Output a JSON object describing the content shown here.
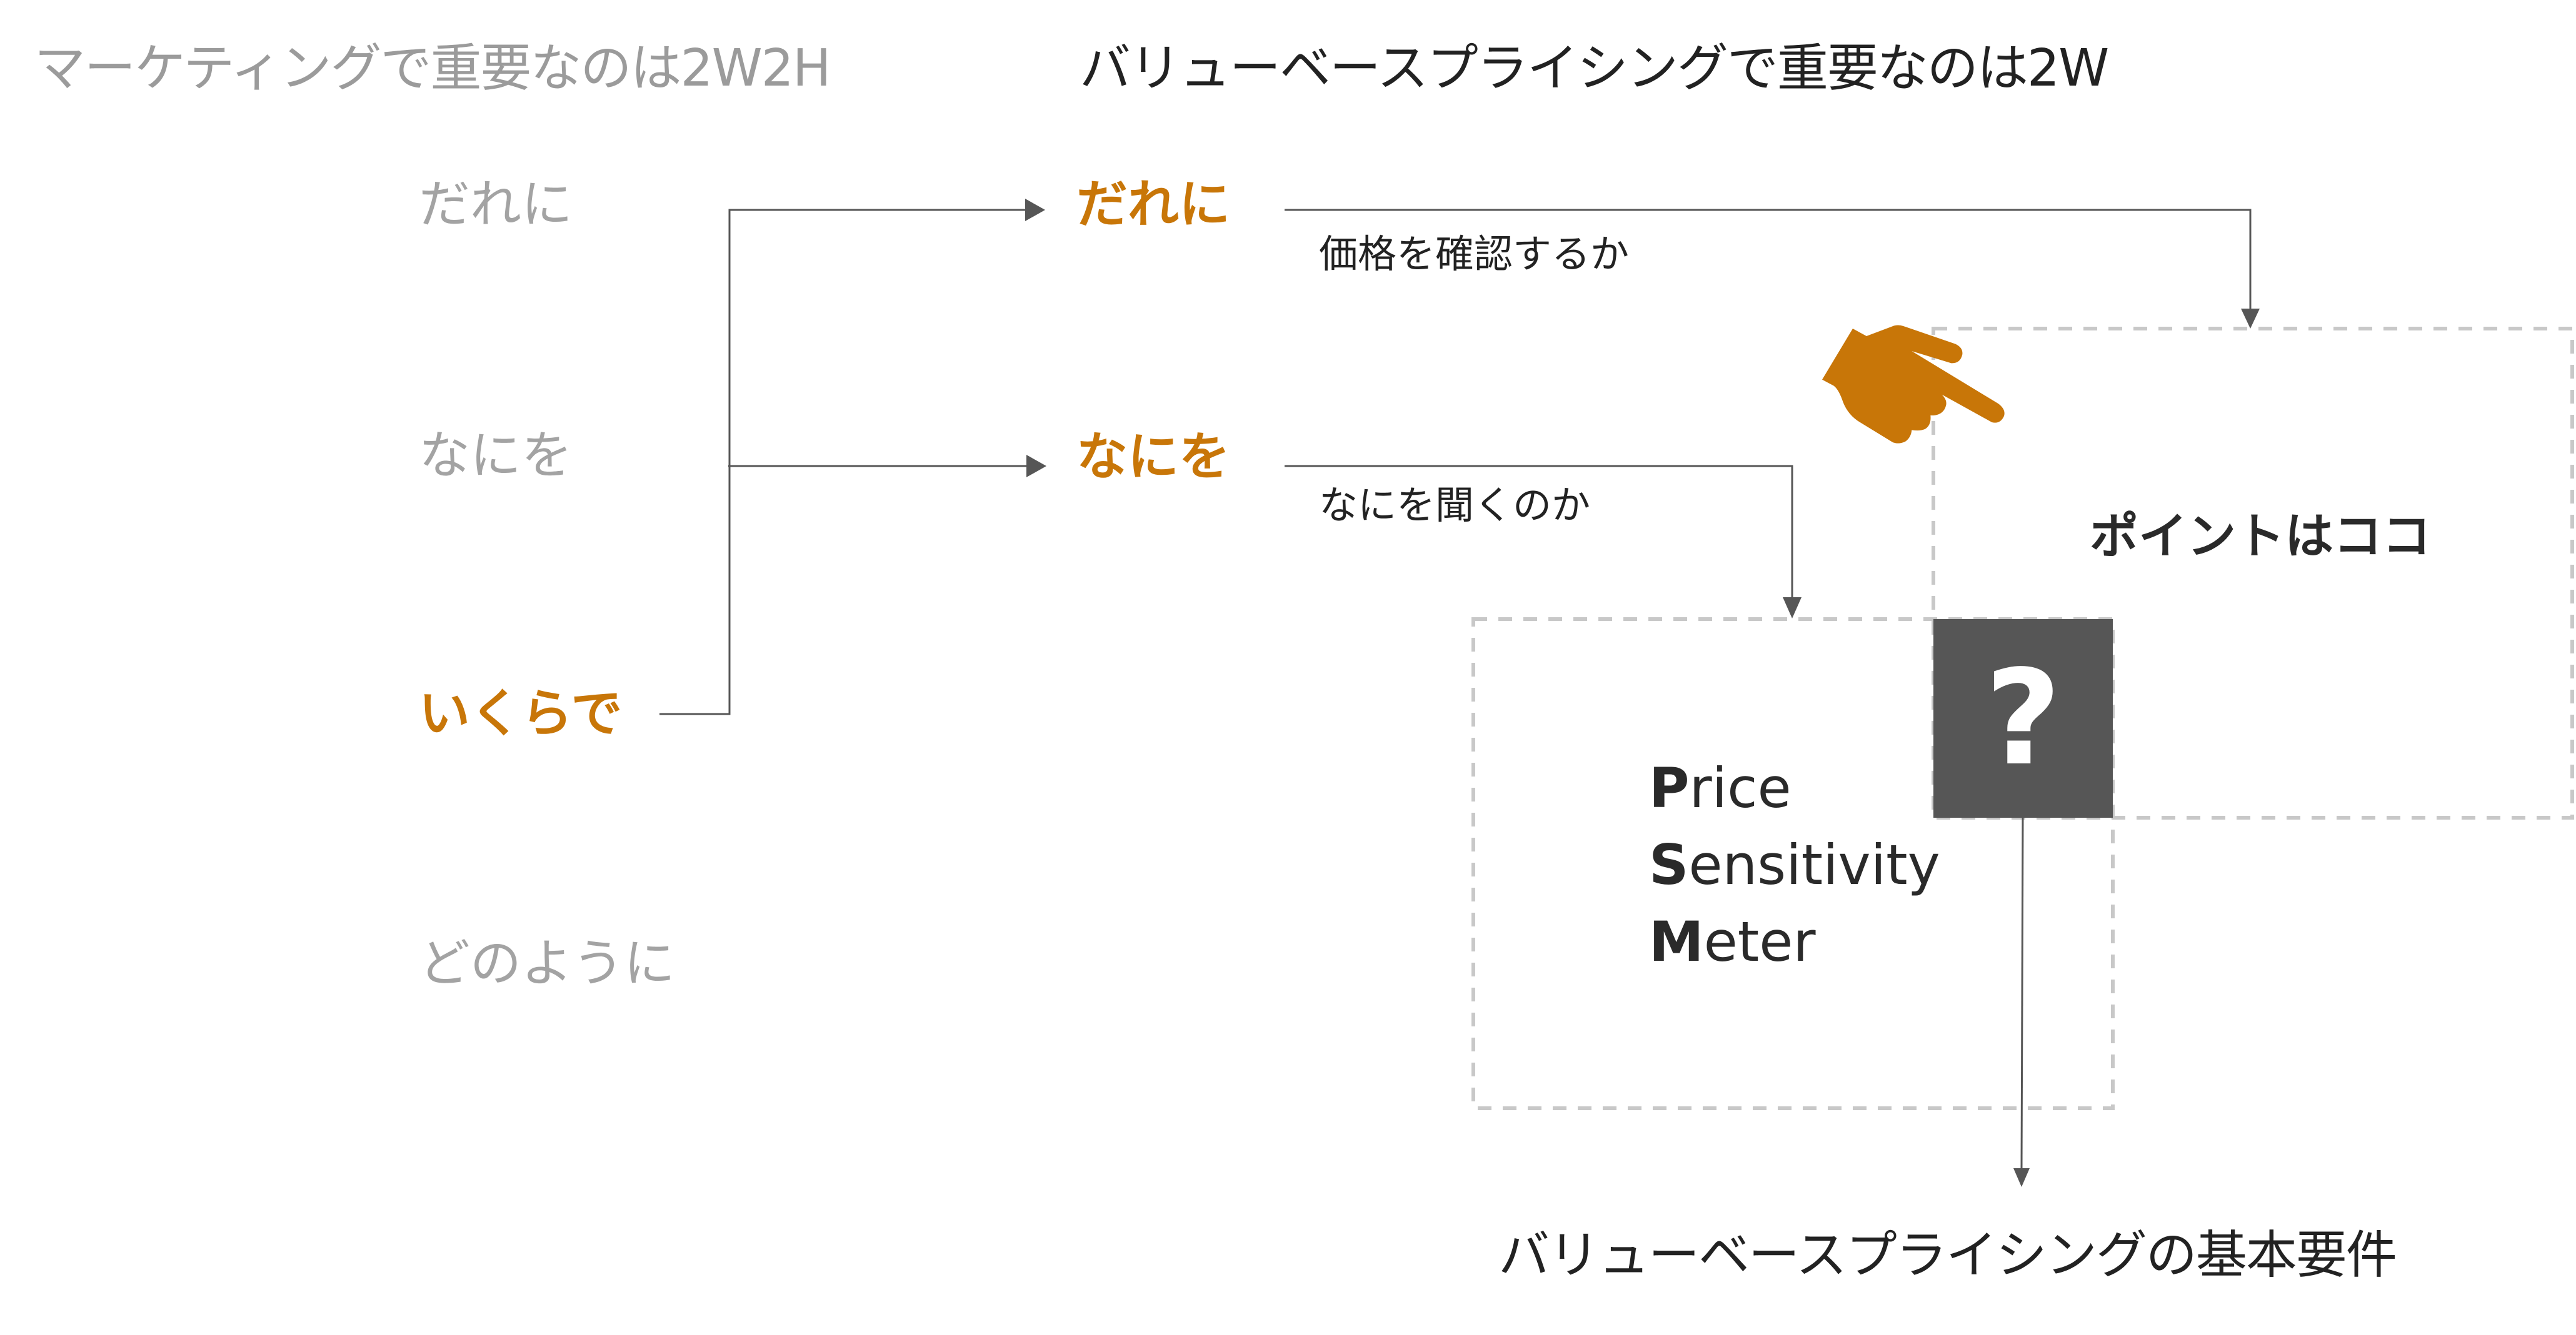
{
  "header": {
    "marketing_title": "マーケティングで重要なのは2W2H",
    "vbp_title": "バリューベースプライシングで重要なのは2W"
  },
  "left_column": [
    {
      "label": "だれに",
      "state": "inactive"
    },
    {
      "label": "なにを",
      "state": "inactive"
    },
    {
      "label": "いくらで",
      "state": "active"
    },
    {
      "label": "どのように",
      "state": "inactive"
    }
  ],
  "middle_column": [
    {
      "label": "だれに",
      "note": "価格を確認するか"
    },
    {
      "label": "なにを",
      "note": "なにを聞くのか"
    }
  ],
  "point_box": {
    "label": "ポイントはココ"
  },
  "psm_box": {
    "lines": [
      {
        "initial": "P",
        "rest": "rice"
      },
      {
        "initial": "S",
        "rest": "ensitivity"
      },
      {
        "initial": "M",
        "rest": "eter"
      }
    ]
  },
  "question_box": {
    "symbol": "?"
  },
  "result": {
    "label": "バリューベースプライシングの基本要件"
  },
  "icons": {
    "pointing_hand": "pointing-hand-icon",
    "question": "question-mark-icon"
  },
  "colors": {
    "accent_orange": "#c87608",
    "muted_grey": "#a3a3a3",
    "text_dark": "#222222",
    "connector": "#565656",
    "dashed_border": "#c8c8c8",
    "question_box_bg": "#565656"
  }
}
